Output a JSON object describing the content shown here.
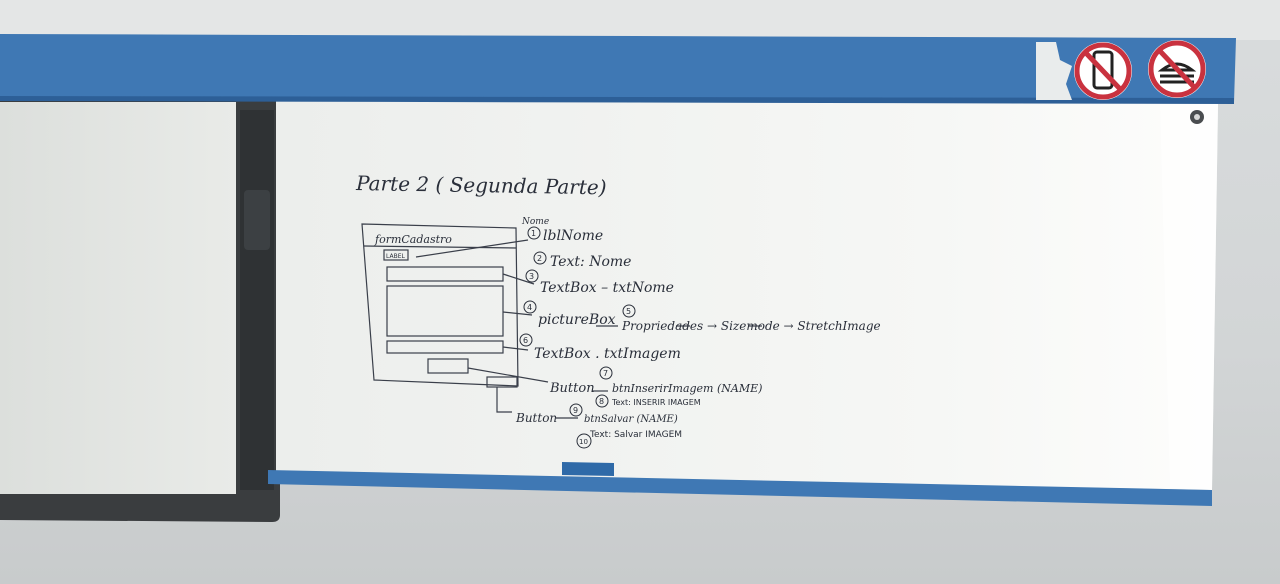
{
  "board": {
    "title": "Parte 2 ( Segunda Parte)",
    "form_label": "formCadastro",
    "form_label_small": "LABEL",
    "annotations": {
      "name_tag": "Nome",
      "n1": "1",
      "lbl": "lblNome",
      "n2": "2",
      "text_nome": "Text: Nome",
      "n3": "3",
      "textbox_nome": "TextBox – txtNome",
      "n4": "4",
      "picturebox": "pictureBox",
      "n5": "5",
      "propriedades": "Propriedades → Sizemode → StretchImage",
      "n6": "6",
      "textbox_imagem": "TextBox . txtImagem",
      "n7": "7",
      "button1": "Button",
      "btn_inserir": "btnInserirImagem (NAME)",
      "n8": "8",
      "text_inserir": "Text: INSERIR IMAGEM",
      "n9": "9",
      "button2": "Button",
      "btn_salvar": "btnSalvar (NAME)",
      "n10": "10",
      "text_salvar": "Text: Salvar IMAGEM"
    }
  },
  "colors": {
    "rail_blue": "#3f78b4",
    "board_white": "#f3f4f2",
    "ink": "#2a2f3a",
    "sign_red": "#c9323f"
  },
  "icons": [
    "no-phone-sign-icon",
    "no-food-sign-icon"
  ]
}
